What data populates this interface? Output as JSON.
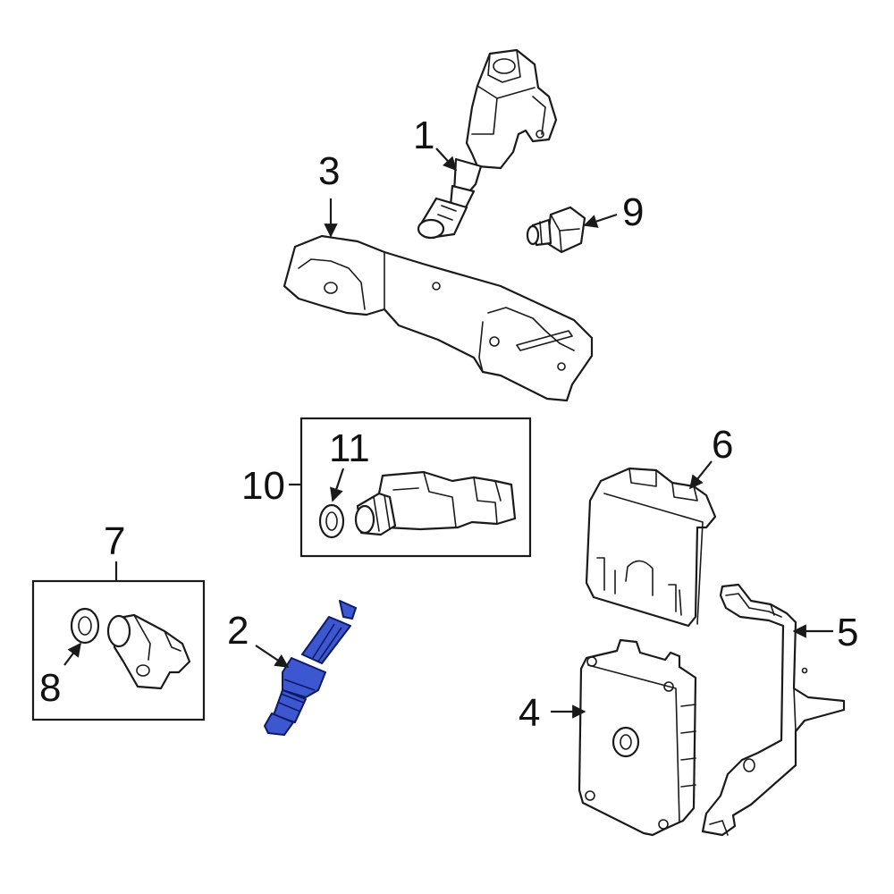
{
  "callouts": [
    {
      "id": "1",
      "text": "1"
    },
    {
      "id": "2",
      "text": "2"
    },
    {
      "id": "3",
      "text": "3"
    },
    {
      "id": "4",
      "text": "4"
    },
    {
      "id": "5",
      "text": "5"
    },
    {
      "id": "6",
      "text": "6"
    },
    {
      "id": "7",
      "text": "7"
    },
    {
      "id": "8",
      "text": "8"
    },
    {
      "id": "9",
      "text": "9"
    },
    {
      "id": "10",
      "text": "10"
    },
    {
      "id": "11",
      "text": "11"
    }
  ],
  "highlight_color": "#3c57cf",
  "highlighted_part": "2"
}
